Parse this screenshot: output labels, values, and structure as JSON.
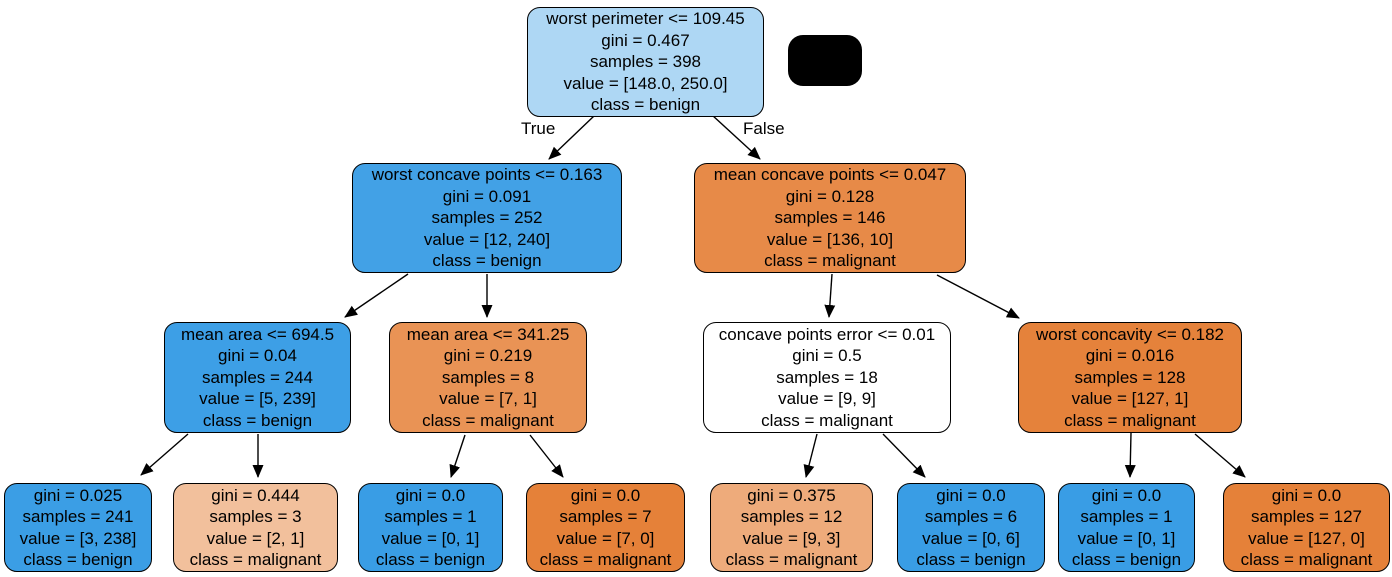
{
  "diagram_type": "decision-tree",
  "edge_labels": {
    "true_label": "True",
    "false_label": "False"
  },
  "colors": {
    "background": "#ffffff",
    "node_border": "#000000",
    "edge": "#000000",
    "text": "#000000",
    "benign_base": "#399de5",
    "malignant_base": "#e58139"
  },
  "collapsed_node": {
    "fill": "#000000"
  },
  "nodes": [
    {
      "id": "root",
      "lines": [
        "worst perimeter <= 109.45",
        "gini = 0.467",
        "samples = 398",
        "value = [148.0, 250.0]",
        "class = benign"
      ],
      "fill": "#aed7f4"
    },
    {
      "id": "depth1-left",
      "lines": [
        "worst concave points <= 0.163",
        "gini = 0.091",
        "samples = 252",
        "value = [12, 240]",
        "class = benign"
      ],
      "fill": "#42a1e6"
    },
    {
      "id": "depth1-right",
      "lines": [
        "mean concave points <= 0.047",
        "gini = 0.128",
        "samples = 146",
        "value = [136, 10]",
        "class = malignant"
      ],
      "fill": "#e78a48"
    },
    {
      "id": "depth2-1",
      "lines": [
        "mean area <= 694.5",
        "gini = 0.04",
        "samples = 244",
        "value = [5, 239]",
        "class = benign"
      ],
      "fill": "#3d9fe6"
    },
    {
      "id": "depth2-2",
      "lines": [
        "mean area <= 341.25",
        "gini = 0.219",
        "samples = 8",
        "value = [7, 1]",
        "class = malignant"
      ],
      "fill": "#e99355"
    },
    {
      "id": "depth2-3",
      "lines": [
        "concave points error <= 0.01",
        "gini = 0.5",
        "samples = 18",
        "value = [9, 9]",
        "class = malignant"
      ],
      "fill": "#ffffff"
    },
    {
      "id": "depth2-4",
      "lines": [
        "worst concavity <= 0.182",
        "gini = 0.016",
        "samples = 128",
        "value = [127, 1]",
        "class = malignant"
      ],
      "fill": "#e5823b"
    },
    {
      "id": "leaf-1",
      "lines": [
        "gini = 0.025",
        "samples = 241",
        "value = [3, 238]",
        "class = benign"
      ],
      "fill": "#3b9ee5"
    },
    {
      "id": "leaf-2",
      "lines": [
        "gini = 0.444",
        "samples = 3",
        "value = [2, 1]",
        "class = malignant"
      ],
      "fill": "#f2c09c"
    },
    {
      "id": "leaf-3",
      "lines": [
        "gini = 0.0",
        "samples = 1",
        "value = [0, 1]",
        "class = benign"
      ],
      "fill": "#399de5"
    },
    {
      "id": "leaf-4",
      "lines": [
        "gini = 0.0",
        "samples = 7",
        "value = [7, 0]",
        "class = malignant"
      ],
      "fill": "#e58139"
    },
    {
      "id": "leaf-5",
      "lines": [
        "gini = 0.375",
        "samples = 12",
        "value = [9, 3]",
        "class = malignant"
      ],
      "fill": "#eeab7b"
    },
    {
      "id": "leaf-6",
      "lines": [
        "gini = 0.0",
        "samples = 6",
        "value = [0, 6]",
        "class = benign"
      ],
      "fill": "#399de5"
    },
    {
      "id": "leaf-7",
      "lines": [
        "gini = 0.0",
        "samples = 1",
        "value = [0, 1]",
        "class = benign"
      ],
      "fill": "#399de5"
    },
    {
      "id": "leaf-8",
      "lines": [
        "gini = 0.0",
        "samples = 127",
        "value = [127, 0]",
        "class = malignant"
      ],
      "fill": "#e58139"
    }
  ]
}
